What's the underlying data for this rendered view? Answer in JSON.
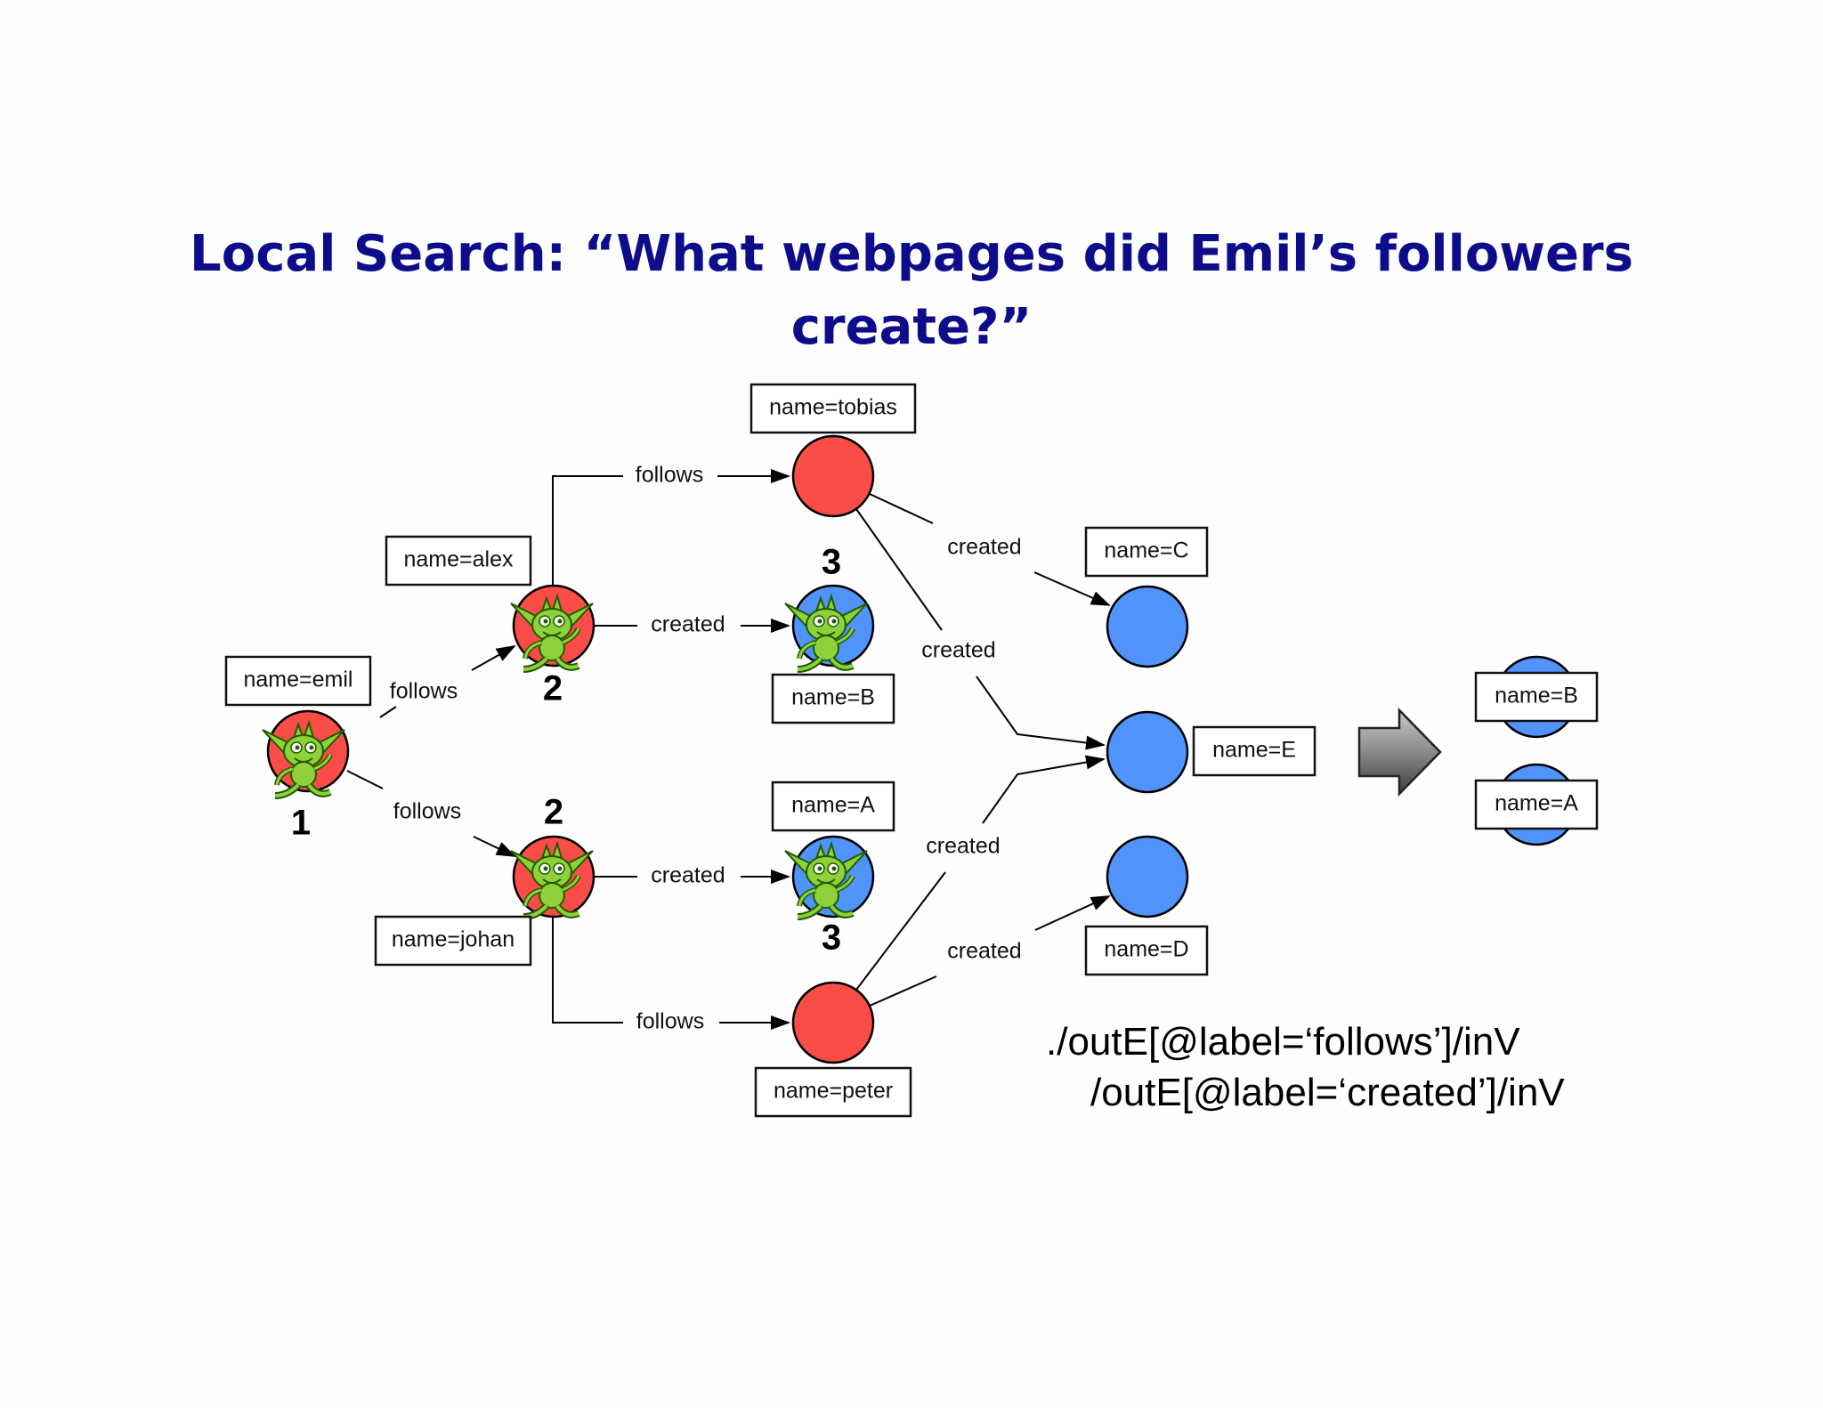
{
  "title": {
    "line1": "Local Search: “What webpages did Emil’s followers",
    "line2": "create?”"
  },
  "colors": {
    "title": "#0d0d8c",
    "person_node": "#fb4d48",
    "webpage_node": "#4f93fb",
    "gremlin": "#8ed13a"
  },
  "nodes": {
    "emil": "name=emil",
    "alex": "name=alex",
    "johan": "name=johan",
    "tobias": "name=tobias",
    "peter": "name=peter",
    "A": "name=A",
    "B": "name=B",
    "C": "name=C",
    "D": "name=D",
    "E": "name=E"
  },
  "edges": {
    "emil_alex": "follows",
    "emil_johan": "follows",
    "alex_tobias": "follows",
    "johan_peter": "follows",
    "alex_B": "created",
    "johan_A": "created",
    "tobias_C": "created",
    "tobias_E": "created",
    "peter_E": "created",
    "peter_D": "created"
  },
  "steps": {
    "emil": "1",
    "alex": "2",
    "johan": "2",
    "B": "3",
    "A": "3"
  },
  "result": {
    "first": "name=B",
    "second": "name=A"
  },
  "query": {
    "line1": "./outE[@label=‘follows’]/inV",
    "line2": "/outE[@label=‘created’]/inV"
  }
}
